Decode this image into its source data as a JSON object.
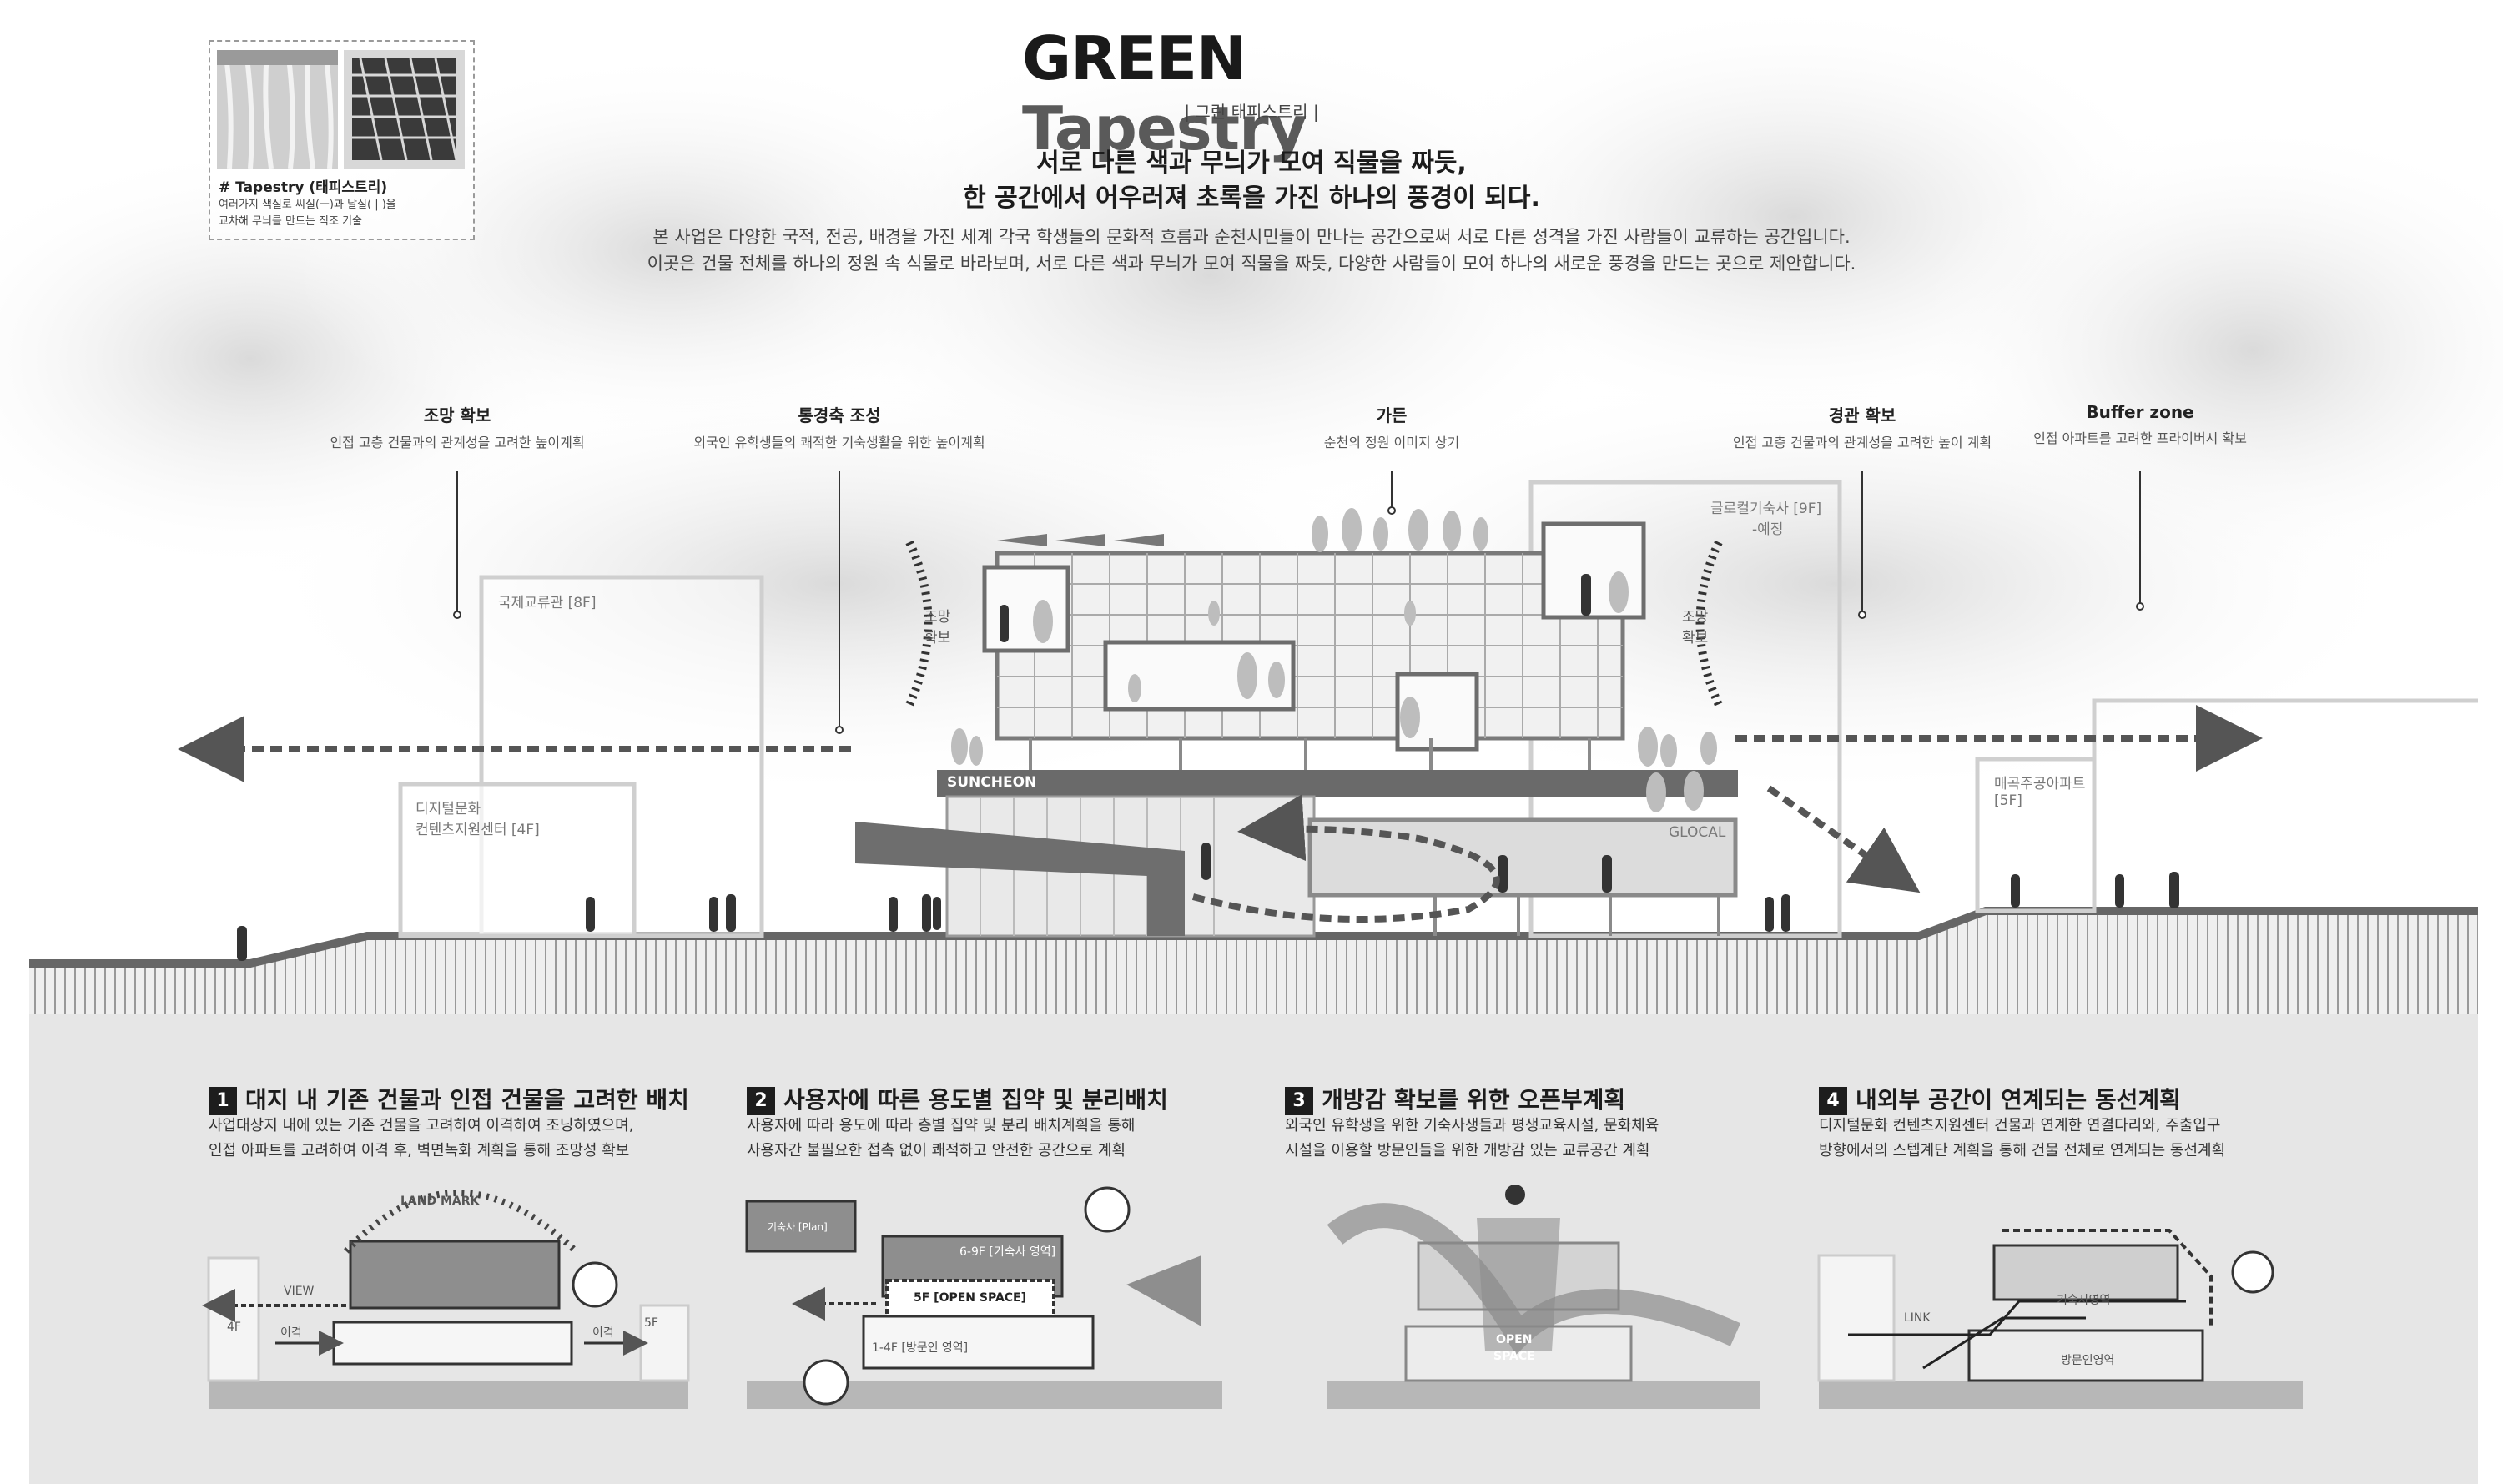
{
  "header": {
    "title_main": "GREEN",
    "title_accent": "Tapestry",
    "subtitle": "| 그린 태피스트리 |",
    "headline_1": "서로 다른 색과 무늬가 모여 직물을 짜듯,",
    "headline_2": "한 공간에서 어우러져  초록을 가진 하나의 풍경이 되다.",
    "desc_1": "본 사업은 다양한 국적, 전공, 배경을 가진 세계 각국 학생들의 문화적 흐름과 순천시민들이 만나는 공간으로써 서로 다른 성격을 가진 사람들이 교류하는 공간입니다.",
    "desc_2": "이곳은 건물 전체를 하나의 정원 속 식물로 바라보며, 서로 다른 색과 무늬가 모여 직물을 짜듯, 다양한 사람들이 모여 하나의 새로운 풍경을 만드는 곳으로 제안합니다."
  },
  "tapestry_box": {
    "title": "# Tapestry (태피스트리)",
    "desc_1": "여러가지 색실로 씨실(ㅡ)과 날실( | )을",
    "desc_2": "교차해 무늬를 만드는 직조 기술"
  },
  "callouts": [
    {
      "title": "조망 확보",
      "sub": "인접 고층 건물과의 관계성을 고려한 높이계획"
    },
    {
      "title": "통경축 조성",
      "sub": "외국인 유학생들의 쾌적한 기숙생활을 위한 높이계획"
    },
    {
      "title": "가든",
      "sub": "순천의 정원 이미지 상기"
    },
    {
      "title": "경관 확보",
      "sub": "인접 고층 건물과의 관계성을 고려한 높이 계획"
    },
    {
      "title": "Buffer zone",
      "sub": "인접 아파트를 고려한 프라이버시 확보"
    }
  ],
  "section": {
    "intl_center": "국제교류관 [8F]",
    "digital_1": "디지털문화",
    "digital_2": "컨텐츠지원센터 [4F]",
    "glocal_dorm_1": "글로컬기숙사 [9F]",
    "glocal_dorm_2": "-예정",
    "apt_1": "매곡주공아파트",
    "apt_2": "[5F]",
    "view_left_1": "조망",
    "view_left_2": "확보",
    "view_right_1": "조망",
    "view_right_2": "확보",
    "suncheon": "SUNCHEON",
    "glocal": "GLOCAL"
  },
  "panels": [
    {
      "num": "1",
      "title": "대지 내 기존 건물과 인접 건물을 고려한 배치",
      "desc_1": "사업대상지 내에 있는 기존 건물을 고려하여 이격하여 조닝하였으며,",
      "desc_2": "인접 아파트를 고려하여 이격 후, 벽면녹화 계획을 통해 조망성 확보",
      "labels": {
        "landmark": "LAND MARK",
        "view": "VIEW",
        "f4": "4F",
        "f5": "5F",
        "gap1": "이격",
        "gap2": "이격"
      }
    },
    {
      "num": "2",
      "title": "사용자에 따른 용도별 집약 및 분리배치",
      "desc_1": "사용자에 따라 용도에 따라 층별 집약 및 분리 배치계획을 통해",
      "desc_2": "사용자간 불필요한 접촉 없이 쾌적하고 안전한 공간으로 계획",
      "labels": {
        "plan": "기숙사 [Plan]",
        "upper": "6-9F [기숙사 영역]",
        "open": "5F [OPEN SPACE]",
        "lower": "1-4F [방문인 영역]"
      }
    },
    {
      "num": "3",
      "title": "개방감 확보를 위한 오픈부계획",
      "desc_1": "외국인 유학생을 위한 기숙사생들과 평생교육시설, 문화체육",
      "desc_2": "시설을 이용할 방문인들을 위한 개방감 있는 교류공간 계획",
      "labels": {
        "open_1": "OPEN",
        "open_2": "SPACE"
      }
    },
    {
      "num": "4",
      "title": "내외부 공간이 연계되는 동선계획",
      "desc_1": "디지털문화 컨텐츠지원센터 건물과 연계한 연결다리와, 주출입구",
      "desc_2": "방향에서의 스텝계단 계획을 통해 건물 전체로 연계되는 동선계획",
      "labels": {
        "link": "LINK",
        "dorm": "기숙사영역",
        "visitor": "방문인영역"
      }
    }
  ]
}
